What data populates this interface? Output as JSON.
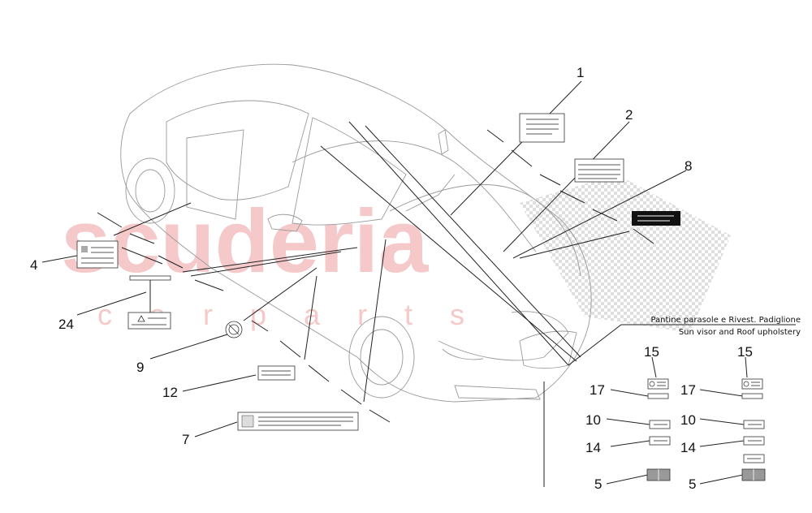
{
  "watermark": {
    "brand": "scuderia",
    "tagline": "c a r   p a r t s"
  },
  "caption": {
    "line1": "Pantine parasole e Rivest. Padiglione",
    "line2": "Sun visor and Roof upholstery"
  },
  "callouts": {
    "c1": "1",
    "c2": "2",
    "c8": "8",
    "c4": "4",
    "c24": "24",
    "c9": "9",
    "c12": "12",
    "c7": "7",
    "l15": "15",
    "l17": "17",
    "l10": "10",
    "l14": "14",
    "l5": "5",
    "r15": "15",
    "r17": "17",
    "r10": "10",
    "r14": "14",
    "r5": "5"
  },
  "colors": {
    "watermark": "#f2b8b8",
    "checker": "#d8d8d8",
    "line": "#222222",
    "label_dark": "#111111"
  }
}
